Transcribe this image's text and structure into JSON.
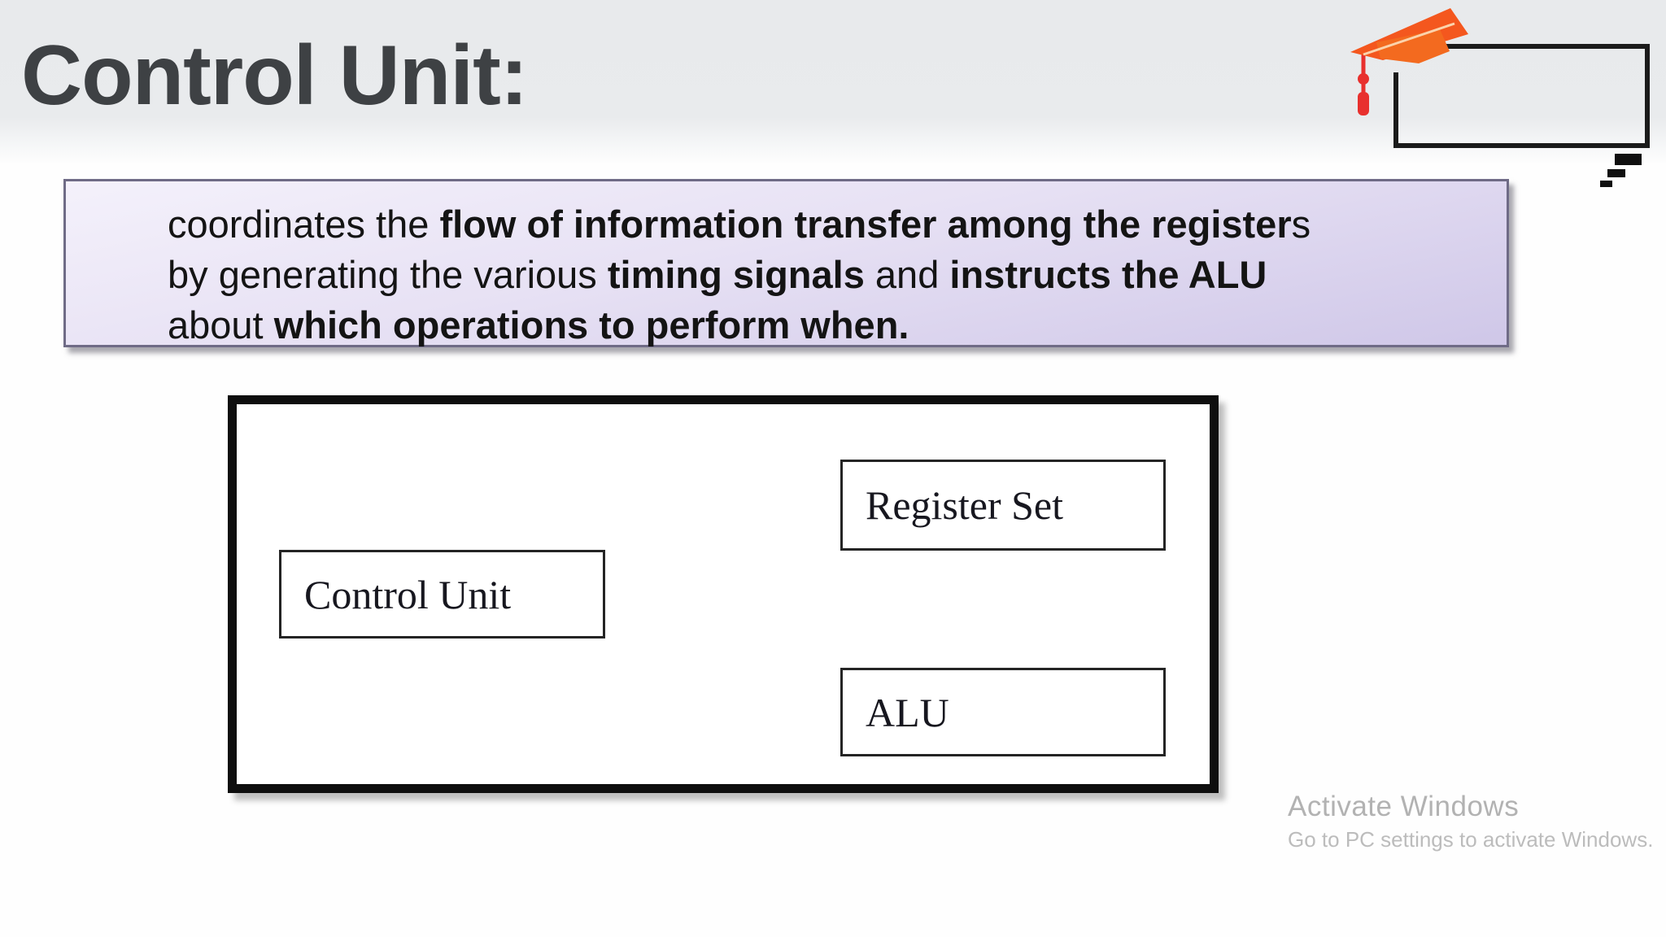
{
  "title": "Control Unit:",
  "logo": {
    "name": "graduation-cap-frame-logo",
    "colors": {
      "cap_board_orange": "#f4571e",
      "cap_crown_orange": "#f36a1f",
      "tassel_red": "#e8302e",
      "frame_black": "#1b1b1b",
      "steps_black": "#0f0f0f"
    }
  },
  "statement": {
    "segments": [
      {
        "text": "coordinates the ",
        "bold": false
      },
      {
        "text": "flow of information transfer among the register",
        "bold": true
      },
      {
        "text": "s",
        "bold": false,
        "break_after": true
      },
      {
        "text": "by generating the various ",
        "bold": false
      },
      {
        "text": "timing signals",
        "bold": true
      },
      {
        "text": " and ",
        "bold": false
      },
      {
        "text": "instructs the ALU",
        "bold": true,
        "break_after": true
      },
      {
        "text": "about ",
        "bold": false
      },
      {
        "text": "which operations to perform when.",
        "bold": true
      }
    ],
    "colors": {
      "border": "#6f6b86",
      "fill_top": "#f4f1fb",
      "fill_bottom": "#cfc7e8",
      "text": "#141414"
    }
  },
  "diagram": {
    "nodes": [
      {
        "id": "control-unit",
        "label": "Control Unit"
      },
      {
        "id": "register-set",
        "label": "Register Set"
      },
      {
        "id": "alu",
        "label": "ALU"
      }
    ],
    "edges": [
      {
        "from": "control-unit",
        "to": "register-set"
      },
      {
        "from": "control-unit",
        "to": "alu"
      }
    ],
    "colors": {
      "border": "#0e0e0e",
      "line": "#1c1c1c",
      "fill": "#ffffff"
    }
  },
  "watermark": {
    "line1": "Activate Windows",
    "line2": "Go to PC settings to activate Windows.",
    "color": "#b2b2b2"
  },
  "theme": {
    "header_band": "#e8eaec",
    "title_color": "#3e4144",
    "page_background": "#fefefe"
  }
}
